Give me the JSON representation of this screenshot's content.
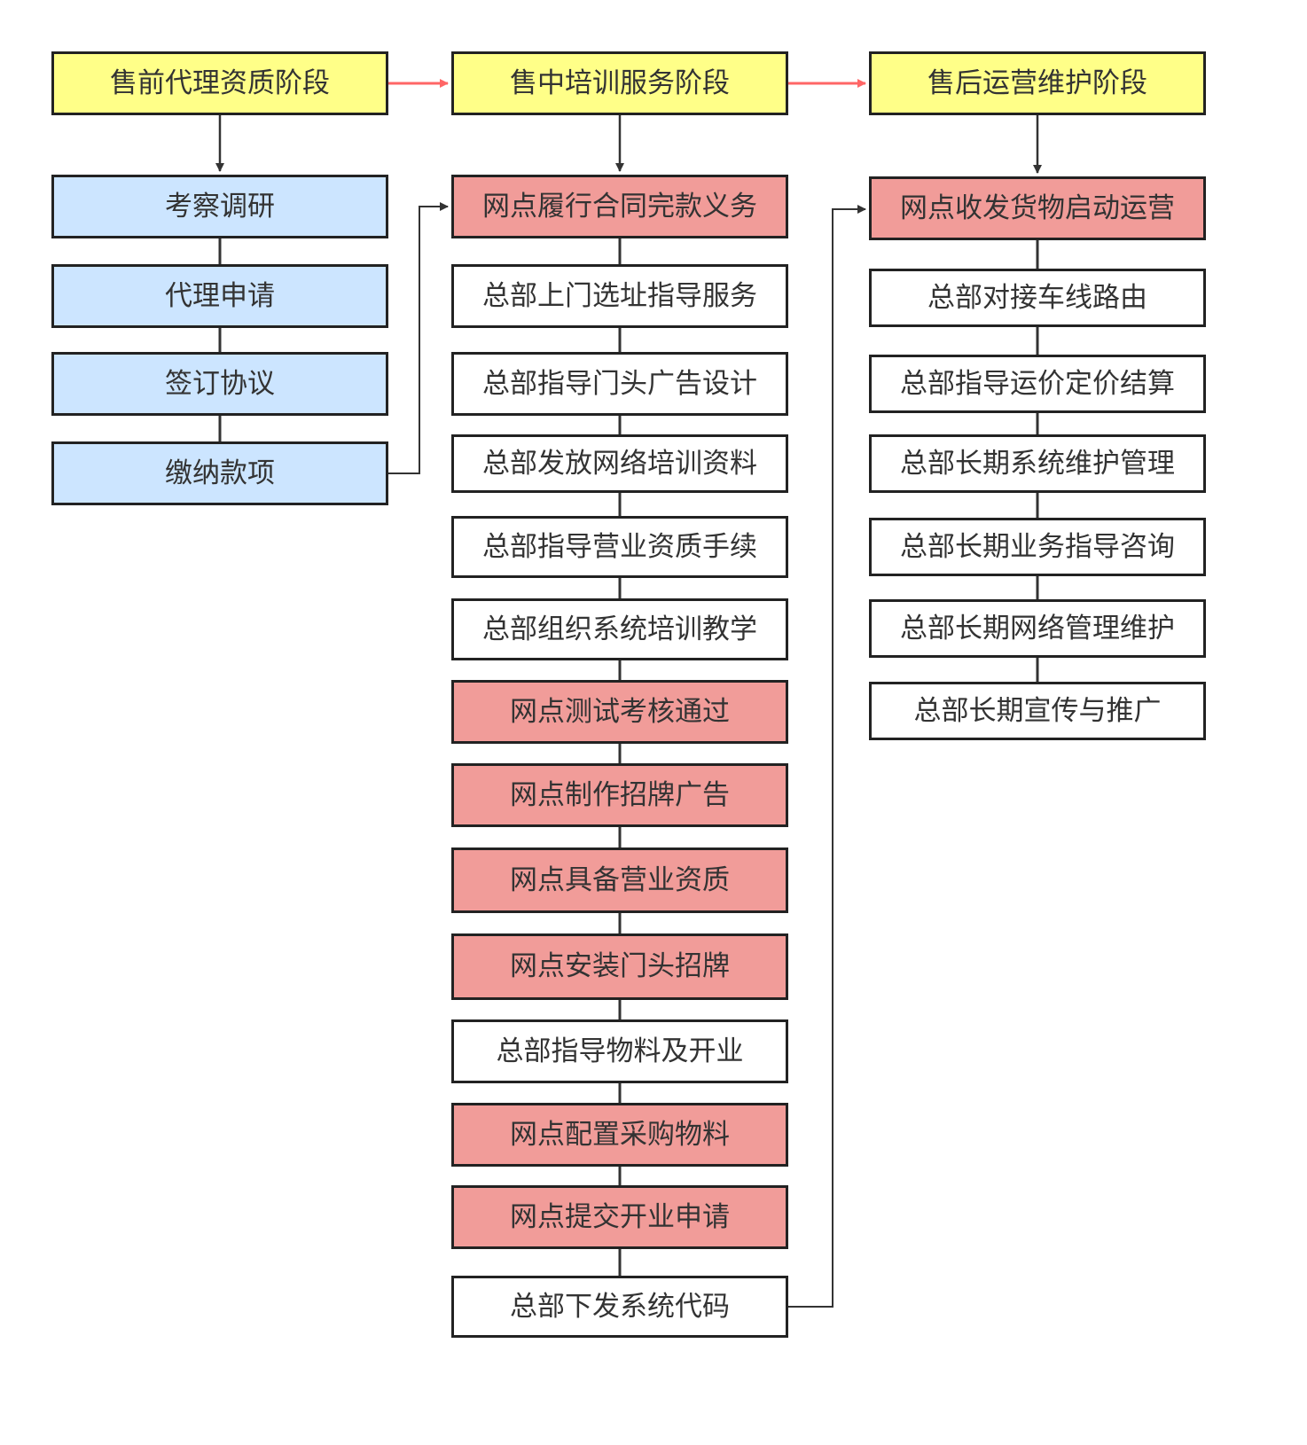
{
  "colors": {
    "stage_fill": "#ffff88",
    "pre_fill": "#cce5ff",
    "highlight_fill": "#f19c99",
    "plain_fill": "#ffffff",
    "border": "#222222",
    "connector": "#333333",
    "stage_arrow": "#ff6666",
    "text": "#333333"
  },
  "stages": [
    {
      "label": "售前代理资质阶段"
    },
    {
      "label": "售中培训服务阶段"
    },
    {
      "label": "售后运营维护阶段"
    }
  ],
  "columns": [
    {
      "steps": [
        {
          "label": "考察调研",
          "style": "pre"
        },
        {
          "label": "代理申请",
          "style": "pre"
        },
        {
          "label": "签订协议",
          "style": "pre"
        },
        {
          "label": "缴纳款项",
          "style": "pre"
        }
      ]
    },
    {
      "steps": [
        {
          "label": "网点履行合同完款义务",
          "style": "highlight"
        },
        {
          "label": "总部上门选址指导服务",
          "style": "plain"
        },
        {
          "label": "总部指导门头广告设计",
          "style": "plain"
        },
        {
          "label": "总部发放网络培训资料",
          "style": "plain"
        },
        {
          "label": "总部指导营业资质手续",
          "style": "plain"
        },
        {
          "label": "总部组织系统培训教学",
          "style": "plain"
        },
        {
          "label": "网点测试考核通过",
          "style": "highlight"
        },
        {
          "label": "网点制作招牌广告",
          "style": "highlight"
        },
        {
          "label": "网点具备营业资质",
          "style": "highlight"
        },
        {
          "label": "网点安装门头招牌",
          "style": "highlight"
        },
        {
          "label": "总部指导物料及开业",
          "style": "plain"
        },
        {
          "label": "网点配置采购物料",
          "style": "highlight"
        },
        {
          "label": "网点提交开业申请",
          "style": "highlight"
        },
        {
          "label": "总部下发系统代码",
          "style": "plain"
        }
      ]
    },
    {
      "steps": [
        {
          "label": "网点收发货物启动运营",
          "style": "highlight"
        },
        {
          "label": "总部对接车线路由",
          "style": "plain"
        },
        {
          "label": "总部指导运价定价结算",
          "style": "plain"
        },
        {
          "label": "总部长期系统维护管理",
          "style": "plain"
        },
        {
          "label": "总部长期业务指导咨询",
          "style": "plain"
        },
        {
          "label": "总部长期网络管理维护",
          "style": "plain"
        },
        {
          "label": "总部长期宣传与推广",
          "style": "plain"
        }
      ]
    }
  ]
}
